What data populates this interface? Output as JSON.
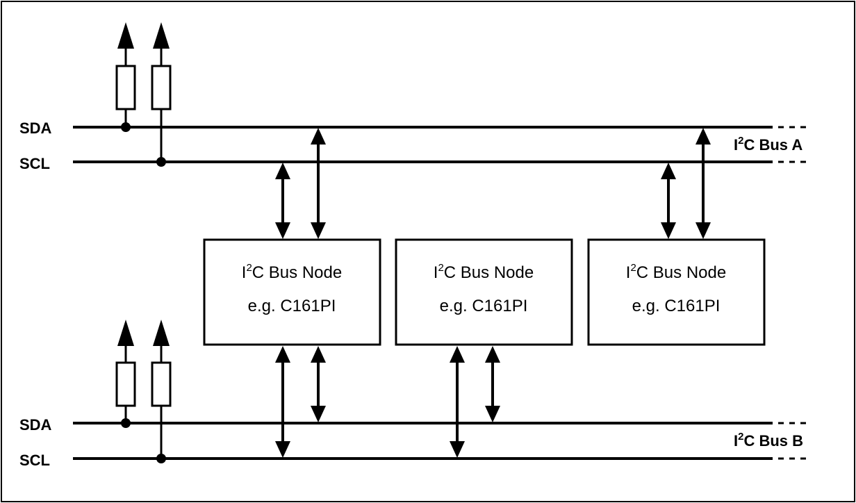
{
  "bus_a": {
    "sda_label": "SDA",
    "scl_label": "SCL",
    "name_prefix": "I",
    "name_sup": "2",
    "name_suffix": "C Bus A"
  },
  "bus_b": {
    "sda_label": "SDA",
    "scl_label": "SCL",
    "name_prefix": "I",
    "name_sup": "2",
    "name_suffix": "C Bus B"
  },
  "nodes": [
    {
      "line1_prefix": "I",
      "line1_sup": "2",
      "line1_suffix": "C Bus Node",
      "line2": "e.g. C161PI"
    },
    {
      "line1_prefix": "I",
      "line1_sup": "2",
      "line1_suffix": "C Bus Node",
      "line2": "e.g. C161PI"
    },
    {
      "line1_prefix": "I",
      "line1_sup": "2",
      "line1_suffix": "C Bus Node",
      "line2": "e.g. C161PI"
    }
  ]
}
